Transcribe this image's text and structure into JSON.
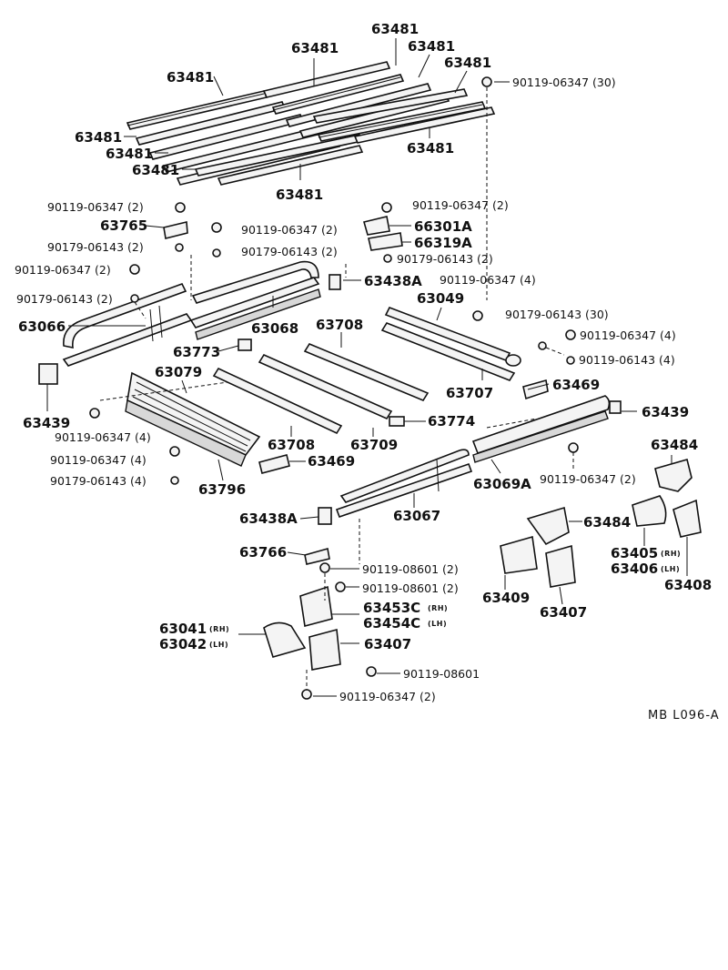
{
  "callouts": {
    "strip_a": "63481",
    "strip_b": "63481",
    "strip_c": "63481",
    "strip_d": "63481",
    "strip_e": "63481",
    "strip_f": "63481",
    "strip_g": "63481",
    "strip_h": "63481",
    "strip_i": "63481",
    "strip_j": "63481",
    "bolt_top_30": "90119-06347 (30)",
    "bolt_left_2a": "90119-06347 (2)",
    "p63765": "63765",
    "bolt_mid_2": "90119-06347 (2)",
    "nut_mid_2": "90179-06143 (2)",
    "nut_left_2a": "90179-06143 (2)",
    "bolt_left_2b": "90119-06347 (2)",
    "nut_left_2b": "90179-06143 (2)",
    "p63066": "63066",
    "p63068": "63068",
    "bolt_right_2": "90119-06347 (2)",
    "p66301a": "66301A",
    "p66319a": "66319A",
    "nut_right_2": "90179-06143 (2)",
    "p63438a_top": "63438A",
    "bolt_right_4a": "90119-06347 (4)",
    "p63049": "63049",
    "nut_right_30": "90179-06143 (30)",
    "bolt_right_4b": "90119-06347 (4)",
    "screw_right_4": "90119-06143 (4)",
    "p63708_top": "63708",
    "p63773": "63773",
    "p63079": "63079",
    "p63707": "63707",
    "p63469_right": "63469",
    "p63439_left": "63439",
    "p63439_right": "63439",
    "bolt_left_4a": "90119-06347 (4)",
    "bolt_left_4b": "90119-06347 (4)",
    "nut_left_4": "90179-06143 (4)",
    "p63708_bot": "63708",
    "p63709": "63709",
    "p63774": "63774",
    "p63469_mid": "63469",
    "p63796": "63796",
    "p63484_top": "63484",
    "bolt_lower_2": "90119-06347 (2)",
    "p63069a": "63069A",
    "p63438a_bot": "63438A",
    "p63067": "63067",
    "p63484_mid": "63484",
    "p63405": "63405",
    "p63406": "63406",
    "rh_63405": "(RH)",
    "lh_63406": "(LH)",
    "p63408": "63408",
    "p63766": "63766",
    "bolt_08601_2a": "90119-08601 (2)",
    "bolt_08601_2b": "90119-08601 (2)",
    "p63409": "63409",
    "p63407_right": "63407",
    "p63453c": "63453C",
    "p63454c": "63454C",
    "rh_63453c": "(RH)",
    "lh_63454c": "(LH)",
    "p63041": "63041",
    "p63042": "63042",
    "rh_63041": "(RH)",
    "lh_63042": "(LH)",
    "p63407_bot": "63407",
    "bolt_08601": "90119-08601",
    "bolt_bottom_2": "90119-06347 (2)"
  },
  "reference_code": "MB   L096-A"
}
